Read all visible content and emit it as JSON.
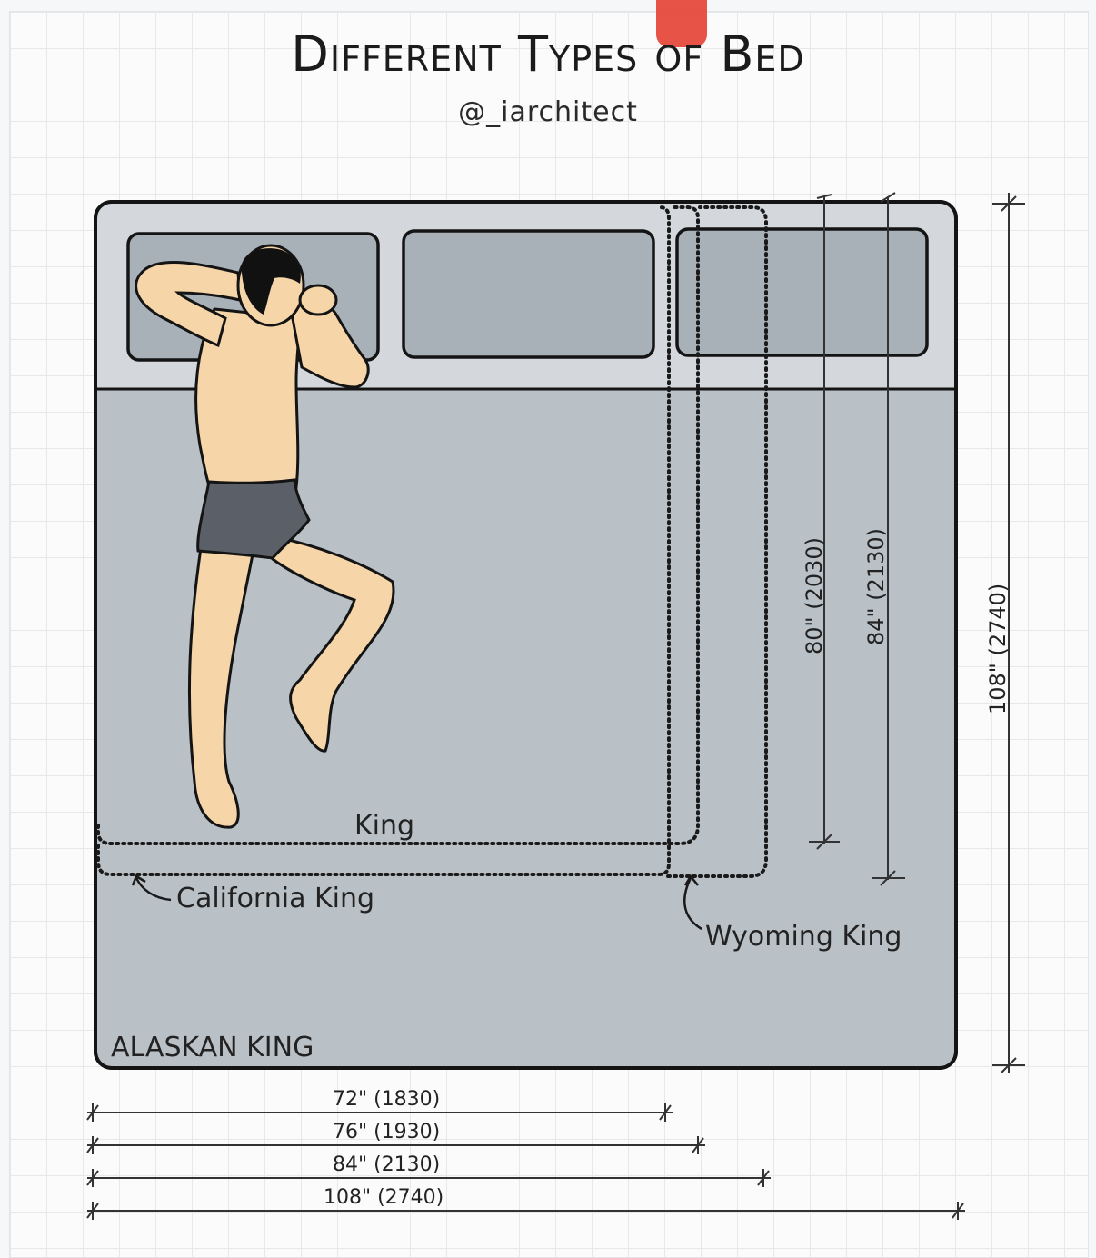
{
  "title": "Different Types of Bed",
  "handle": "@_iarchitect",
  "beds": {
    "alaskan": "ALASKAN KING",
    "king": "King",
    "california": "California King",
    "wyoming": "Wyoming King"
  },
  "dimensions": {
    "width_72": "72\" (1830)",
    "width_76": "76\" (1930)",
    "width_84": "84\" (2130)",
    "width_108": "108\" (2740)",
    "length_80": "80\" (2030)",
    "length_84": "84\" (2130)",
    "length_108": "108\" (2740)"
  },
  "colors": {
    "mattress": "#b9c0c6",
    "headboard": "#d4d8dc",
    "pillow": "#a8b0b8",
    "skin": "#f6d5a8",
    "shorts": "#5b6068",
    "hair": "#111111",
    "accent_tape": "#e64a3d"
  }
}
